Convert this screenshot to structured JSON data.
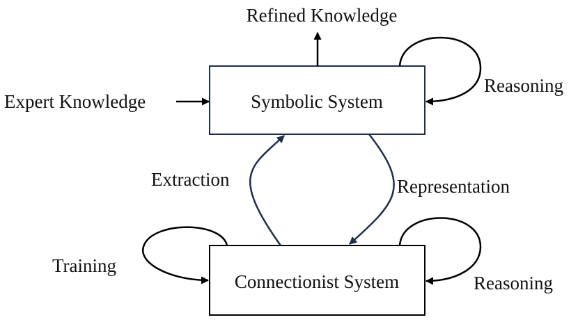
{
  "nodes": {
    "symbolic": {
      "label": "Symbolic System"
    },
    "connectionist": {
      "label": "Connectionist System"
    }
  },
  "inputs": {
    "expert_knowledge": "Expert Knowledge"
  },
  "outputs": {
    "refined_knowledge": "Refined Knowledge"
  },
  "edges": {
    "extraction": "Extraction",
    "representation": "Representation",
    "symbolic_reasoning": "Reasoning",
    "connectionist_reasoning": "Reasoning",
    "training": "Training"
  },
  "colors": {
    "symbolic_border": "#1e2d4e",
    "connectionist_border": "#000000",
    "curve_arrows": "#1e2d4e",
    "straight_arrows": "#000000",
    "text": "#111111"
  }
}
